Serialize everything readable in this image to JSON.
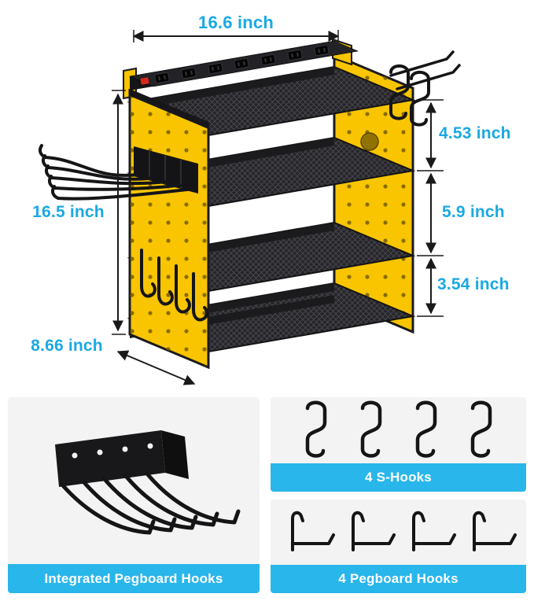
{
  "hero": {
    "graphic": "yellow-black-power-tool-organizer-rack",
    "dimensions": {
      "width_top": "16.6 inch",
      "height_left": "16.5 inch",
      "depth_bottom": "8.66 inch",
      "tier_top_right": "4.53 inch",
      "tier_middle_right": "5.9 inch",
      "tier_bottom_right": "3.54 inch"
    }
  },
  "panels": {
    "integrated": {
      "label": "Integrated Pegboard Hooks",
      "graphic": "integrated-pegboard-hooks"
    },
    "s_hooks": {
      "label": "4 S-Hooks",
      "graphic": "four-s-hooks"
    },
    "pegboard": {
      "label": "4 Pegboard Hooks",
      "graphic": "four-pegboard-hooks"
    }
  },
  "colors": {
    "dimension_text": "#1aa9e3",
    "label_bar": "#29b6ea",
    "label_text": "#ffffff",
    "product_yellow": "#f8c500",
    "product_dark": "#1b1b1e",
    "panel_background": "#f3f3f3",
    "page_background": "#ffffff"
  }
}
